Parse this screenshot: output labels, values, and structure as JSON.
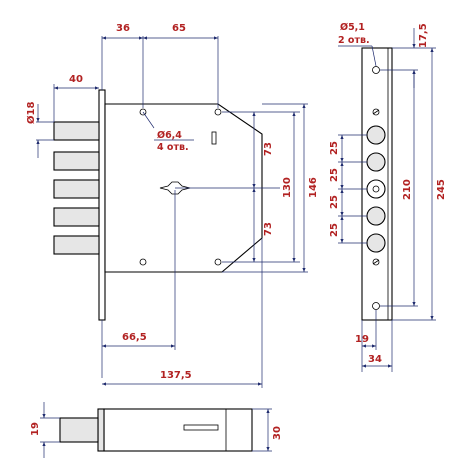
{
  "colors": {
    "dimension_text": "#b22222",
    "dimension_line": "#1f2b6e",
    "part_outline": "#000000",
    "part_fill": "#e6e6e6"
  },
  "dims": {
    "d36": "36",
    "d65": "65",
    "d40": "40",
    "d18": "Ø18",
    "hole_d": "Ø6,4",
    "hole_n": "4 отв.",
    "d73_top": "73",
    "d73_bot": "73",
    "d130": "130",
    "d146": "146",
    "d66_5": "66,5",
    "d137_5": "137,5",
    "d19_side": "19",
    "d30": "30",
    "face_hole_d": "Ø5,1",
    "face_hole_n": "2 отв.",
    "d17_5": "17,5",
    "d25_1": "25",
    "d25_2": "25",
    "d25_3": "25",
    "d25_4": "25",
    "d210": "210",
    "d245": "245",
    "d19_face": "19",
    "d34": "34"
  }
}
